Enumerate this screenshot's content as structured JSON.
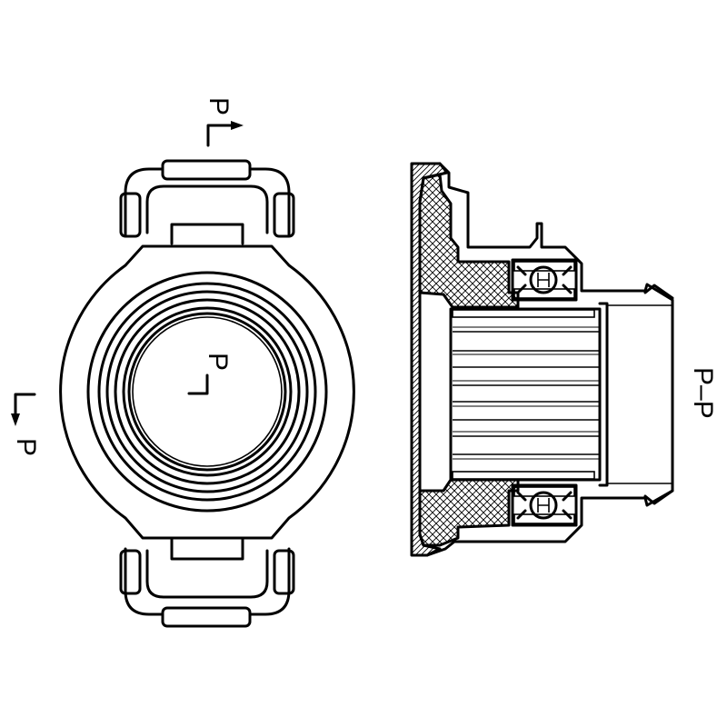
{
  "drawing": {
    "section_marker_top": "P",
    "section_marker_left": "P",
    "section_marker_center": "P",
    "section_view_title": "P–P"
  },
  "colors": {
    "line": "#000000",
    "background": "#ffffff"
  }
}
